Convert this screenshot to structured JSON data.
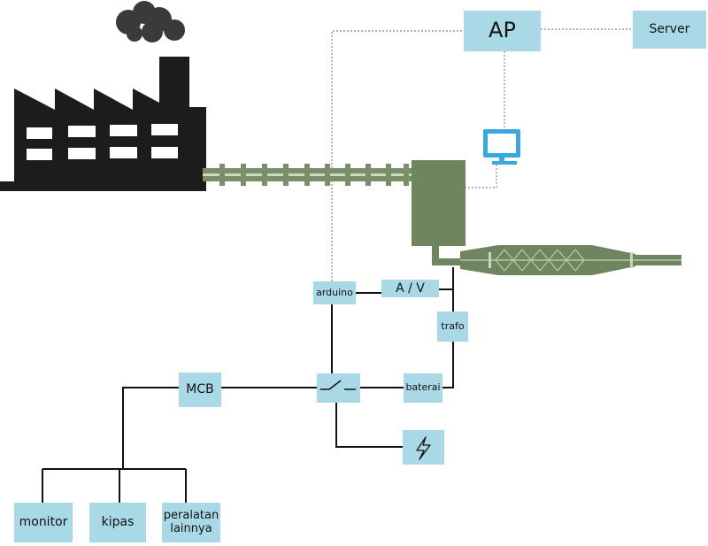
{
  "nodes": {
    "ap": "AP",
    "server": "Server",
    "arduino": "arduino",
    "av": "A / V",
    "trafo": "trafo",
    "baterai": "baterai",
    "mcb": "MCB",
    "monitor": "monitor",
    "kipas": "kipas",
    "peralatan": "peralatan lainnya"
  },
  "icons": {
    "factory": "factory-icon",
    "computer": "computer-monitor-icon",
    "switch": "switch-icon",
    "power": "lightning-icon",
    "turbine": "turbine-icon",
    "generator": "generator-icon"
  },
  "colors": {
    "box_fill": "#a9d9e6",
    "factory": "#1c1c1c",
    "smoke": "#3a3a3a",
    "pipe": "#7a8f68",
    "generator": "#6f8560",
    "computer": "#3aa8e0",
    "wire": "#111111",
    "data_link": "#888888"
  }
}
